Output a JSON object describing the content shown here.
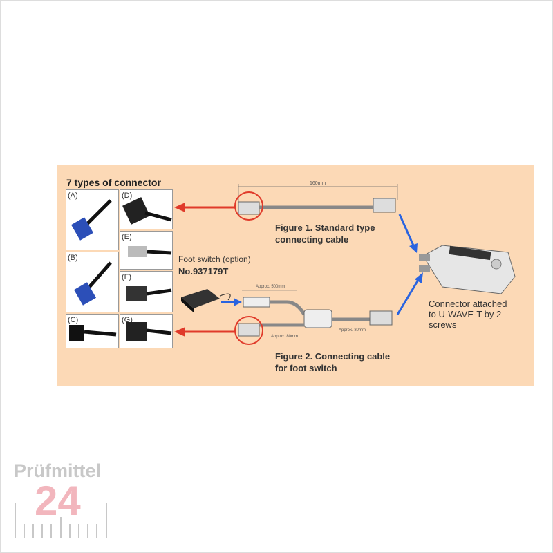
{
  "diagram": {
    "title": "7 types of connector",
    "connector_labels": [
      "(A)",
      "(B)",
      "(C)",
      "(D)",
      "(E)",
      "(F)",
      "(G)"
    ],
    "figure1_title": "Figure 1. Standard type",
    "figure1_subtitle": "connecting cable",
    "figure1_dimension": "160mm",
    "foot_switch_label": "Foot switch (option)",
    "foot_switch_number": "No.937179T",
    "dim_approx_500": "Approx. 500mm",
    "dim_approx_80a": "Approx. 80mm",
    "dim_approx_80b": "Approx. 80mm",
    "figure2_title": "Figure 2. Connecting cable",
    "figure2_subtitle": "for foot switch",
    "connector_note_1": "Connector attached",
    "connector_note_2": "to U-WAVE-T by 2",
    "connector_note_3": "screws",
    "colors": {
      "panel": "#fcd9b6",
      "arrow_red": "#e03a2a",
      "arrow_blue": "#2a64e0",
      "connector_blue": "#2c4fb8"
    }
  },
  "logo": {
    "text": "Prüfmittel",
    "number": "24"
  }
}
